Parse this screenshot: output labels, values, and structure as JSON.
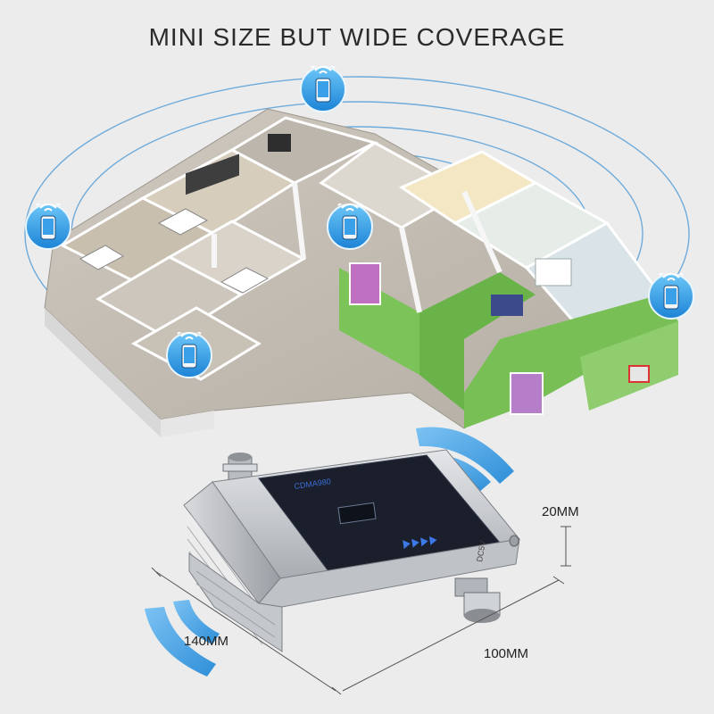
{
  "headline": "MINI SIZE BUT WIDE COVERAGE",
  "dimensions": {
    "height": "20MM",
    "length": "140MM",
    "width": "100MM"
  },
  "device": {
    "connector_label": "DC5V"
  },
  "colors": {
    "background": "#ececec",
    "signal_rings": "#5aa0d8",
    "signal_waves": "#3d9be0",
    "house_walls": "#f2f2f2",
    "green_room": "#7cc35a",
    "repeater_body": "#c9ccd0",
    "repeater_panel": "#1a1f2b"
  },
  "icons": [
    "phone-signal-icon",
    "wifi-icon",
    "signal-wave-icon"
  ]
}
